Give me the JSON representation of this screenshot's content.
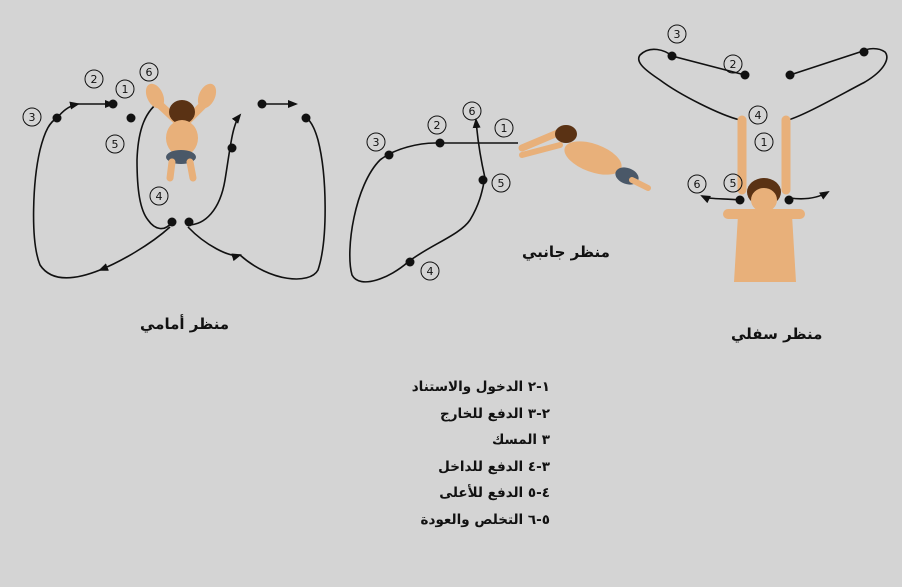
{
  "views": {
    "front": "منظر أمامي",
    "side": "منظر جانبي",
    "bottom": "منظر سفلي"
  },
  "markers": {
    "front": [
      "3",
      "2",
      "1",
      "6",
      "5",
      "4"
    ],
    "side": [
      "3",
      "2",
      "6",
      "1",
      "5",
      "4"
    ],
    "bottom": [
      "3",
      "2",
      "4",
      "1",
      "6",
      "5"
    ]
  },
  "legend": [
    "١-٢ الدخول والاستناد",
    "٢-٣ الدفع للخارج",
    "٣ المسك",
    "٣-٤ الدفع للداخل",
    "٤-٥ الدفع للأعلى",
    "٥-٦ التخلص والعودة"
  ],
  "colors": {
    "background": "#d4d4d4",
    "line": "#111111",
    "skin": "#e8b07a",
    "hair": "#5a3214",
    "trunks": "#4a5868"
  }
}
